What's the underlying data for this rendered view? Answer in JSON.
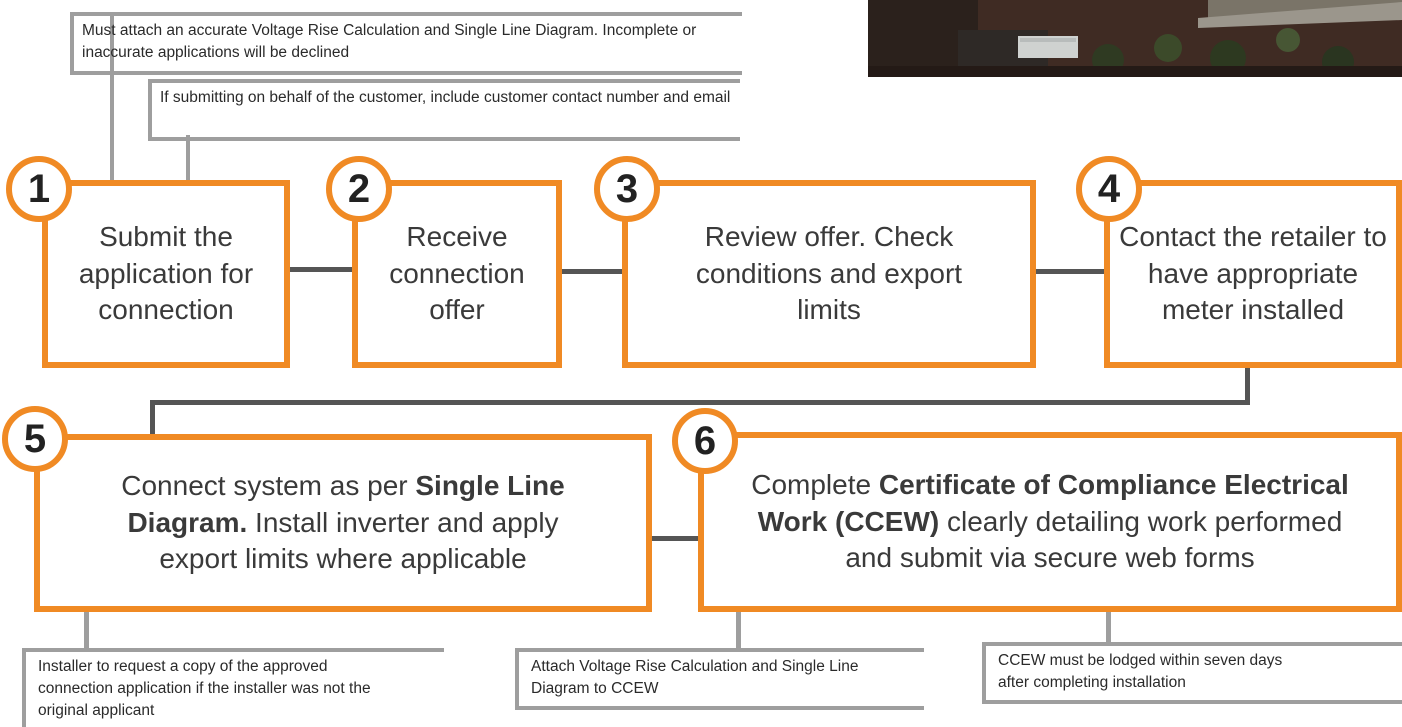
{
  "steps": [
    {
      "num": "1",
      "text": "Submit the application for connection"
    },
    {
      "num": "2",
      "text": "Receive connection offer"
    },
    {
      "num": "3",
      "text": "Review offer. Check conditions and export limits"
    },
    {
      "num": "4",
      "text": "Contact the retailer to have appropriate meter installed"
    },
    {
      "num": "5",
      "pre": "Connect system as per ",
      "bold": "Single Line Diagram.",
      "post": " Install inverter and apply export limits where applicable"
    },
    {
      "num": "6",
      "pre": "Complete ",
      "bold": "Certificate of Compliance Electrical Work (CCEW)",
      "post": " clearly detailing work performed and submit via secure web forms"
    }
  ],
  "notes": {
    "n1": "Must attach an accurate Voltage Rise Calculation and Single Line Diagram. Incomplete or inaccurate applications will be declined",
    "n2": "If submitting on behalf of the customer, include customer contact number and email",
    "n3": "Installer to request a copy of the approved connection application if the installer was not the original applicant",
    "n4": "Attach Voltage Rise Calculation and Single Line Diagram to CCEW",
    "n5": "CCEW must be lodged within seven days after completing installation"
  },
  "colors": {
    "accent": "#f08a24",
    "connector": "#555555",
    "note_line": "#9e9e9e"
  }
}
